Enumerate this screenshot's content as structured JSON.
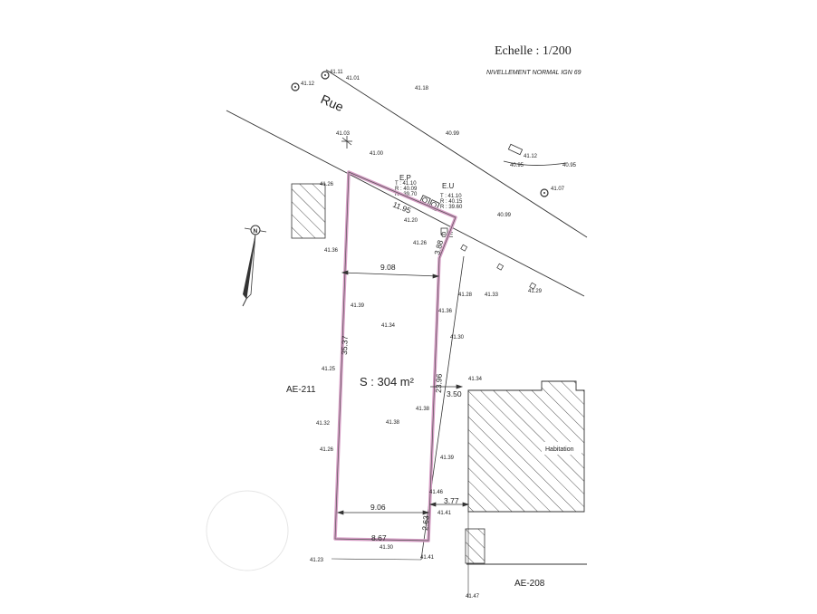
{
  "header": {
    "scale": "Echelle : 1/200",
    "leveling_system": "NIVELLEMENT NORMAL IGN 69"
  },
  "street_label": "Rue",
  "north_arrow_label": "N",
  "parcels": {
    "left": "AE-211",
    "bottom_right": "AE-208"
  },
  "building_label": "Habitation",
  "area": "S : 304 m²",
  "network_boxes": [
    {
      "name": "E.P",
      "lines": [
        "T : 41.10",
        "R : 40.09",
        "R : 39.70"
      ]
    },
    {
      "name": "E.U",
      "lines": [
        "T : 41.10",
        "R : 40.15",
        "R : 39.60"
      ]
    }
  ],
  "cable_label": "C.E",
  "dimensions": [
    "9.08",
    "35.37",
    "23.96",
    "3.50",
    "9.06",
    "3.77",
    "8.67",
    "2.63",
    "11.95",
    "3.88"
  ],
  "elevations": [
    "41.11",
    "41.01",
    "41.12",
    "41.18",
    "40.99",
    "41.03",
    "41.00",
    "41.12",
    "40.95",
    "40.95",
    "41.26",
    "41.07",
    "40.99",
    "41.20",
    "41.36",
    "41.26",
    "41.28",
    "41.33",
    "41.29",
    "41.39",
    "41.34",
    "41.36",
    "41.30",
    "41.25",
    "41.34",
    "41.32",
    "41.38",
    "41.38",
    "41.26",
    "41.39",
    "41.46",
    "41.41",
    "41.30",
    "41.23",
    "41.41",
    "41.47"
  ],
  "colors": {
    "boundary": "#d79ec6",
    "line": "#333333",
    "hatch": "#555555"
  }
}
